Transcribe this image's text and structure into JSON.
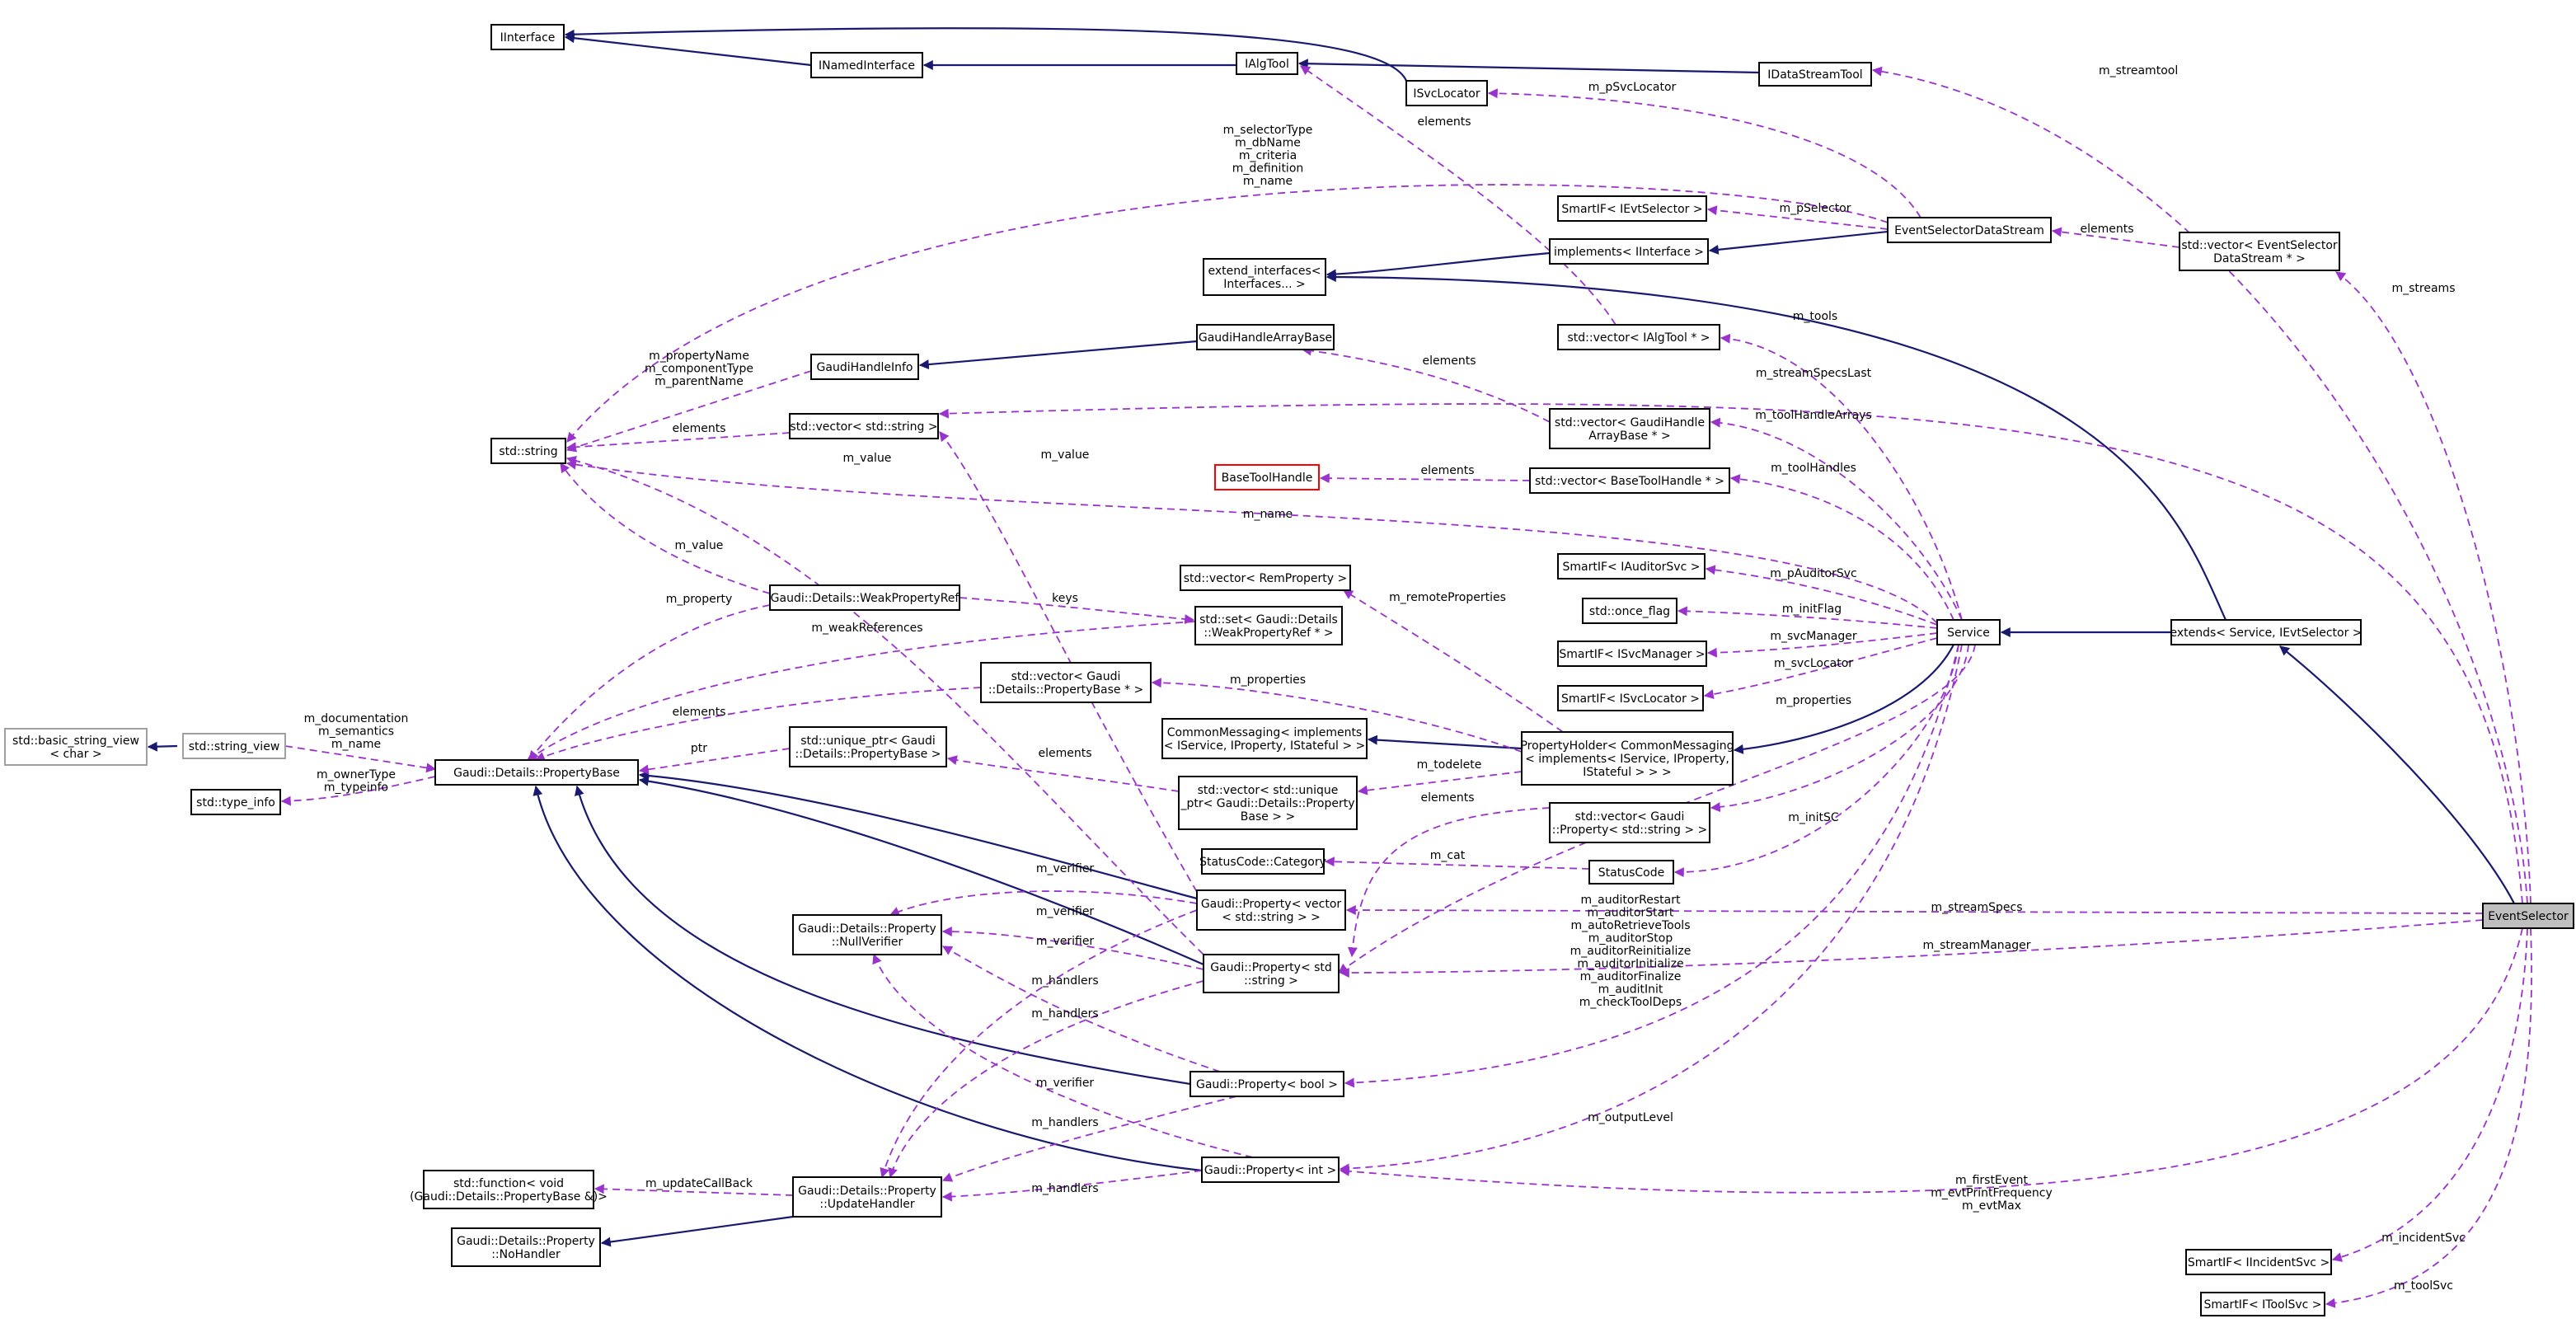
{
  "diagram": {
    "colors": {
      "inheritance_edge": "#191970",
      "usage_edge": "#9a32cd",
      "focus_node_fill": "#bfbfbf",
      "external_node_border": "#a0a0a0",
      "undocumented_node_border": "#ff0000"
    },
    "nodes": {
      "IInterface": [
        "IInterface"
      ],
      "INamedInterface": [
        "INamedInterface"
      ],
      "IAlgTool": [
        "IAlgTool"
      ],
      "ISvcLocator": [
        "ISvcLocator"
      ],
      "IDataStreamTool": [
        "IDataStreamTool"
      ],
      "SmartIF_IEvtSelector": [
        "SmartIF< IEvtSelector >"
      ],
      "EventSelectorDataStream": [
        "EventSelectorDataStream"
      ],
      "vec_EventSelectorDataStream": [
        "std::vector< EventSelector",
        "DataStream * >"
      ],
      "extend_interfaces": [
        "extend_interfaces<",
        "Interfaces... >"
      ],
      "implements_IInterface": [
        "implements< IInterface >"
      ],
      "vec_IAlgTool": [
        "std::vector< IAlgTool * >"
      ],
      "GaudiHandleArrayBase": [
        "GaudiHandleArrayBase"
      ],
      "GaudiHandleInfo": [
        "GaudiHandleInfo"
      ],
      "std_string": [
        "std::string"
      ],
      "vec_std_string": [
        "std::vector< std::string >"
      ],
      "vec_GaudiHandleArrayBase": [
        "std::vector< GaudiHandle",
        "ArrayBase * >"
      ],
      "BaseToolHandle": [
        "BaseToolHandle"
      ],
      "vec_BaseToolHandle": [
        "std::vector< BaseToolHandle * >"
      ],
      "vec_RemProperty": [
        "std::vector< RemProperty >"
      ],
      "SmartIF_IAuditorSvc": [
        "SmartIF< IAuditorSvc >"
      ],
      "WeakPropertyRef": [
        "Gaudi::Details::WeakPropertyRef"
      ],
      "set_WeakPropertyRef": [
        "std::set< Gaudi::Details",
        "::WeakPropertyRef * >"
      ],
      "once_flag": [
        "std::once_flag"
      ],
      "SmartIF_ISvcManager": [
        "SmartIF< ISvcManager >"
      ],
      "Service": [
        "Service"
      ],
      "extends_Service": [
        "extends< Service, IEvtSelector >"
      ],
      "vec_PropertyBase": [
        "std::vector< Gaudi",
        "::Details::PropertyBase * >"
      ],
      "SmartIF_ISvcLocator": [
        "SmartIF< ISvcLocator >"
      ],
      "basic_string_view": [
        "std::basic_string_view",
        "< char >"
      ],
      "string_view": [
        "std::string_view"
      ],
      "CommonMessaging": [
        "CommonMessaging< implements",
        "< IService, IProperty, IStateful > >"
      ],
      "PropertyHolder": [
        "PropertyHolder< CommonMessaging",
        "< implements< IService, IProperty,",
        "IStateful > > >"
      ],
      "PropertyBase": [
        "Gaudi::Details::PropertyBase"
      ],
      "unique_ptr_PropertyBase": [
        "std::unique_ptr< Gaudi",
        "::Details::PropertyBase >"
      ],
      "type_info": [
        "std::type_info"
      ],
      "vec_unique_ptr": [
        "std::vector< std::unique",
        "_ptr< Gaudi::Details::Property",
        "Base > >"
      ],
      "vec_Property_string": [
        "std::vector< Gaudi",
        "::Property< std::string > >"
      ],
      "StatusCode_Category": [
        "StatusCode::Category"
      ],
      "StatusCode": [
        "StatusCode"
      ],
      "NullVerifier": [
        "Gaudi::Details::Property",
        "::NullVerifier"
      ],
      "Property_vector": [
        "Gaudi::Property< vector",
        "< std::string > >"
      ],
      "Property_string": [
        "Gaudi::Property< std",
        "::string >"
      ],
      "EventSelector": [
        "EventSelector"
      ],
      "Property_bool": [
        "Gaudi::Property< bool >"
      ],
      "std_function": [
        "std::function< void",
        "(Gaudi::Details::PropertyBase &)>"
      ],
      "UpdateHandler": [
        "Gaudi::Details::Property",
        "::UpdateHandler"
      ],
      "Property_int": [
        "Gaudi::Property< int >"
      ],
      "NoHandler": [
        "Gaudi::Details::Property",
        "::NoHandler"
      ],
      "SmartIF_IIncidentSvc": [
        "SmartIF< IIncidentSvc >"
      ],
      "SmartIF_IToolSvc": [
        "SmartIF< IToolSvc >"
      ]
    },
    "labels": {
      "m_streamtool": [
        "m_streamtool"
      ],
      "m_pSvcLocator": [
        "m_pSvcLocator"
      ],
      "elements_isvc": [
        "elements"
      ],
      "m_selector_group": [
        "m_selectorType",
        "m_dbName",
        "m_criteria",
        "m_definition",
        "m_name"
      ],
      "m_pSelector": [
        "m_pSelector"
      ],
      "elements_streams": [
        "elements"
      ],
      "m_streams": [
        "m_streams"
      ],
      "m_tools": [
        "m_tools"
      ],
      "m_property_group": [
        "m_propertyName",
        "m_componentType",
        "m_parentName"
      ],
      "elements_gha": [
        "elements"
      ],
      "m_streamSpecsLast": [
        "m_streamSpecsLast"
      ],
      "elements_vecstr": [
        "elements"
      ],
      "m_toolHandleArrays": [
        "m_toolHandleArrays"
      ],
      "m_value_a": [
        "m_value"
      ],
      "m_value_b": [
        "m_value"
      ],
      "elements_bth": [
        "elements"
      ],
      "m_toolHandles": [
        "m_toolHandles"
      ],
      "m_name": [
        "m_name"
      ],
      "m_value_c": [
        "m_value"
      ],
      "m_pAuditorSvc": [
        "m_pAuditorSvc"
      ],
      "m_property": [
        "m_property"
      ],
      "keys": [
        "keys"
      ],
      "m_remoteProperties": [
        "m_remoteProperties"
      ],
      "m_weakReferences": [
        "m_weakReferences"
      ],
      "m_initFlag": [
        "m_initFlag"
      ],
      "m_svcManager": [
        "m_svcManager"
      ],
      "m_properties_a": [
        "m_properties"
      ],
      "m_svcLocator": [
        "m_svcLocator"
      ],
      "elements_pb": [
        "elements"
      ],
      "m_properties_b": [
        "m_properties"
      ],
      "m_documentation_group": [
        "m_documentation",
        "m_semantics",
        "m_name"
      ],
      "ptr": [
        "ptr"
      ],
      "elements_uptr": [
        "elements"
      ],
      "m_ownerType_group": [
        "m_ownerType",
        "m_typeinfo"
      ],
      "m_todelete": [
        "m_todelete"
      ],
      "elements_vps": [
        "elements"
      ],
      "m_initSC": [
        "m_initSC"
      ],
      "m_cat": [
        "m_cat"
      ],
      "m_verifier_a": [
        "m_verifier"
      ],
      "m_auditor_group": [
        "m_auditorRestart",
        "m_auditorStart",
        "m_autoRetrieveTools",
        "m_auditorStop",
        "m_auditorReinitialize",
        "m_auditorInitialize",
        "m_auditorFinalize",
        "m_auditInit",
        "m_checkToolDeps"
      ],
      "m_streamSpecs": [
        "m_streamSpecs"
      ],
      "m_verifier_b": [
        "m_verifier"
      ],
      "m_verifier_c": [
        "m_verifier"
      ],
      "m_streamManager": [
        "m_streamManager"
      ],
      "m_handlers_a": [
        "m_handlers"
      ],
      "m_handlers_b": [
        "m_handlers"
      ],
      "m_verifier_d": [
        "m_verifier"
      ],
      "m_handlers_c": [
        "m_handlers"
      ],
      "m_outputLevel": [
        "m_outputLevel"
      ],
      "m_updateCallBack": [
        "m_updateCallBack"
      ],
      "m_handlers_d": [
        "m_handlers"
      ],
      "m_firstEvent_group": [
        "m_firstEvent",
        "m_evtPrintFrequency",
        "m_evtMax"
      ],
      "m_incidentSvc": [
        "m_incidentSvc"
      ],
      "m_toolSvc": [
        "m_toolSvc"
      ]
    }
  }
}
